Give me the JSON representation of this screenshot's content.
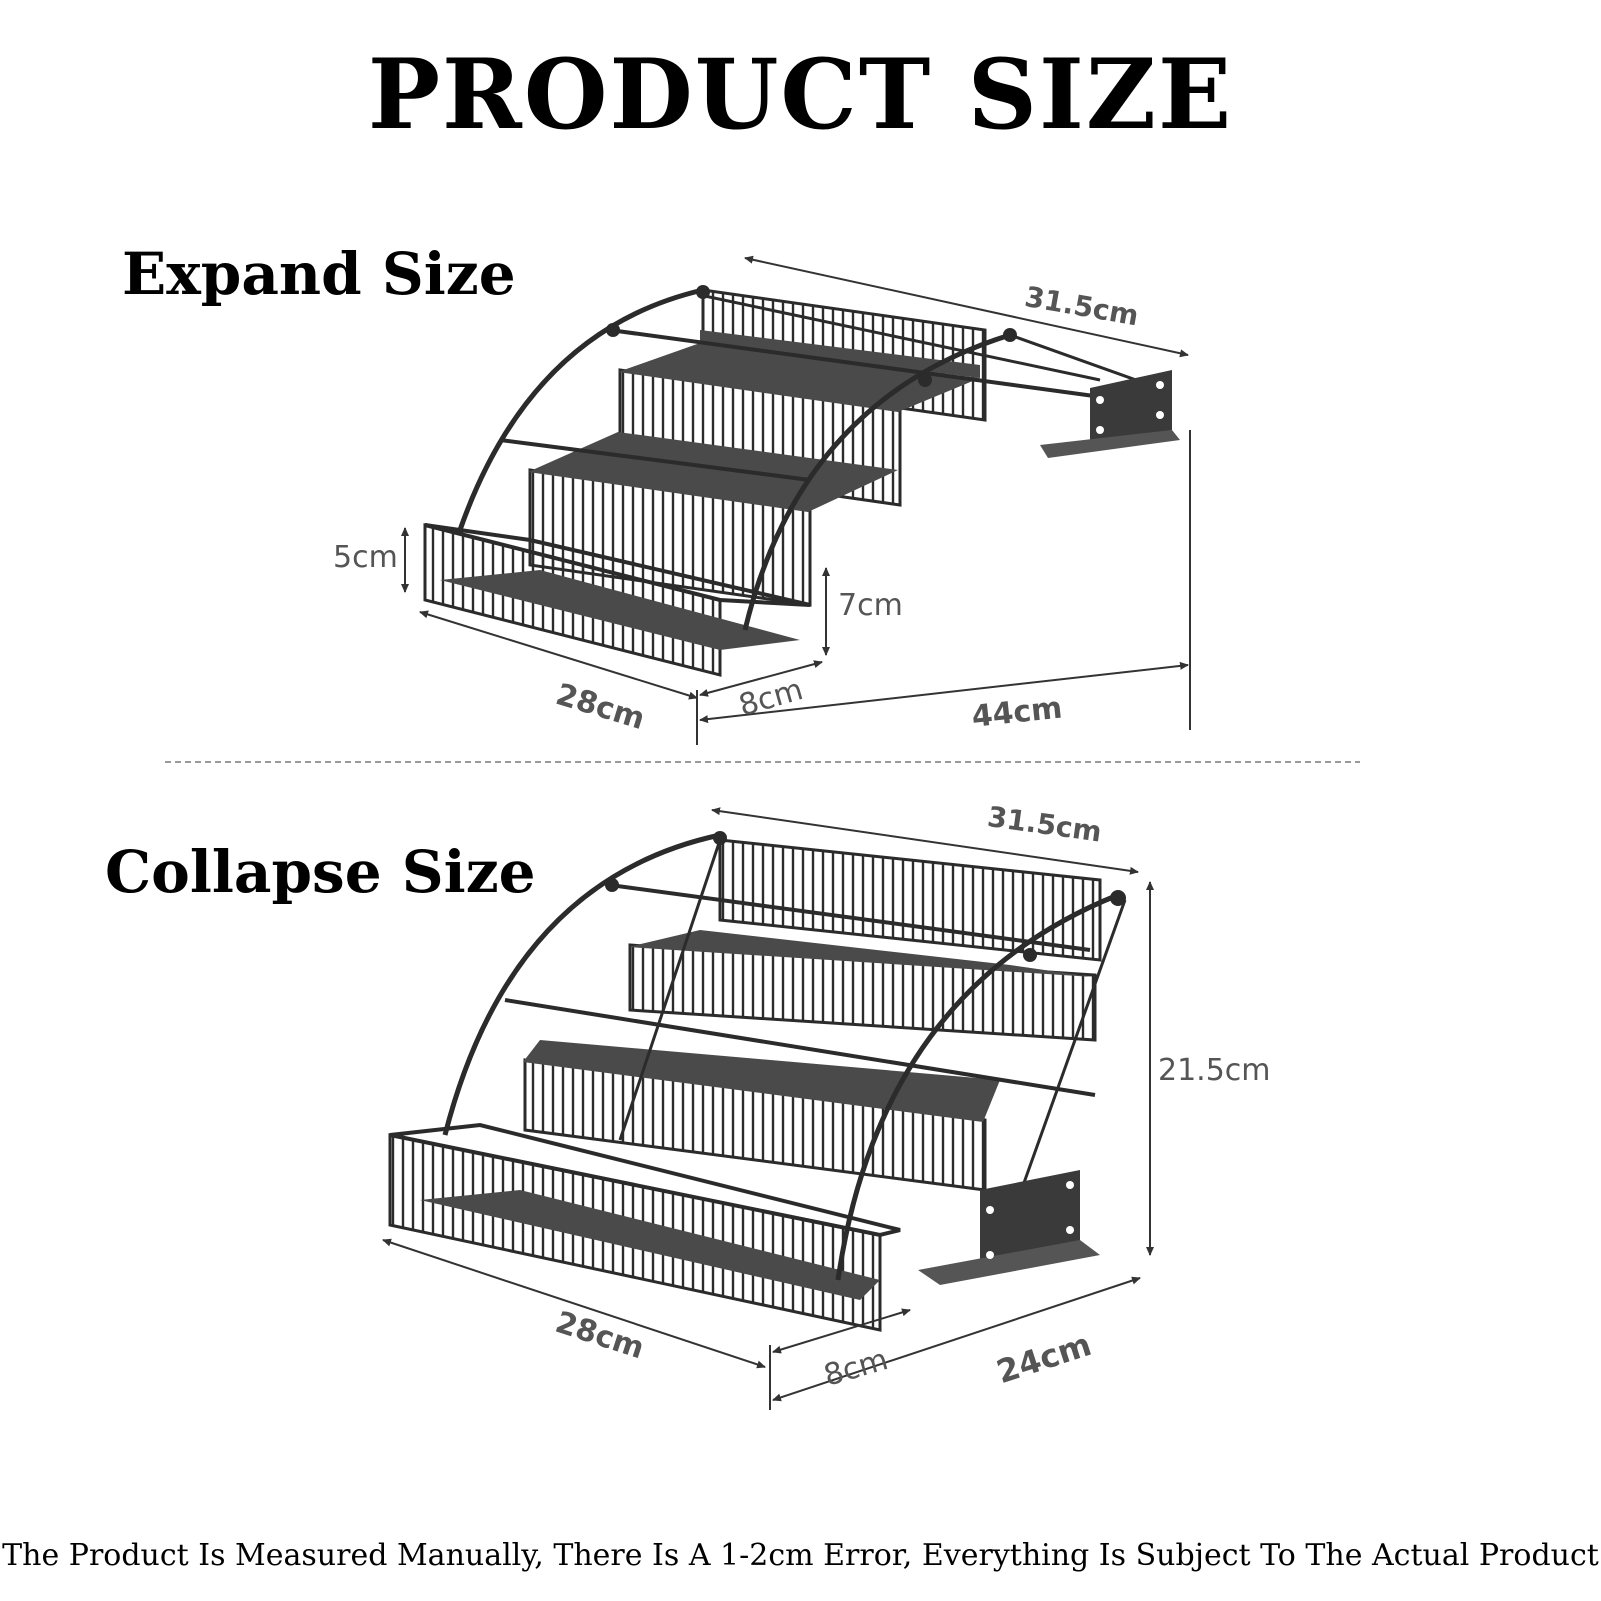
{
  "title": "PRODUCT SIZE",
  "expand": {
    "label": "Expand Size",
    "dims": {
      "width": "31.5cm",
      "lip_height": "5cm",
      "step_height": "7cm",
      "length": "28cm",
      "step_depth": "8cm",
      "depth": "44cm"
    }
  },
  "collapse": {
    "label": "Collapse Size",
    "dims": {
      "width": "31.5cm",
      "height": "21.5cm",
      "length": "28cm",
      "step_depth": "8cm",
      "depth": "24cm"
    }
  },
  "footer": "The Product Is Measured Manually, There Is A 1-2cm Error, Everything Is Subject To The Actual Product",
  "colors": {
    "rack": "#2b2b2b",
    "shelf": "#4a4a4a",
    "dim_line": "#333333",
    "dim_text": "#555555",
    "divider": "#999999"
  }
}
